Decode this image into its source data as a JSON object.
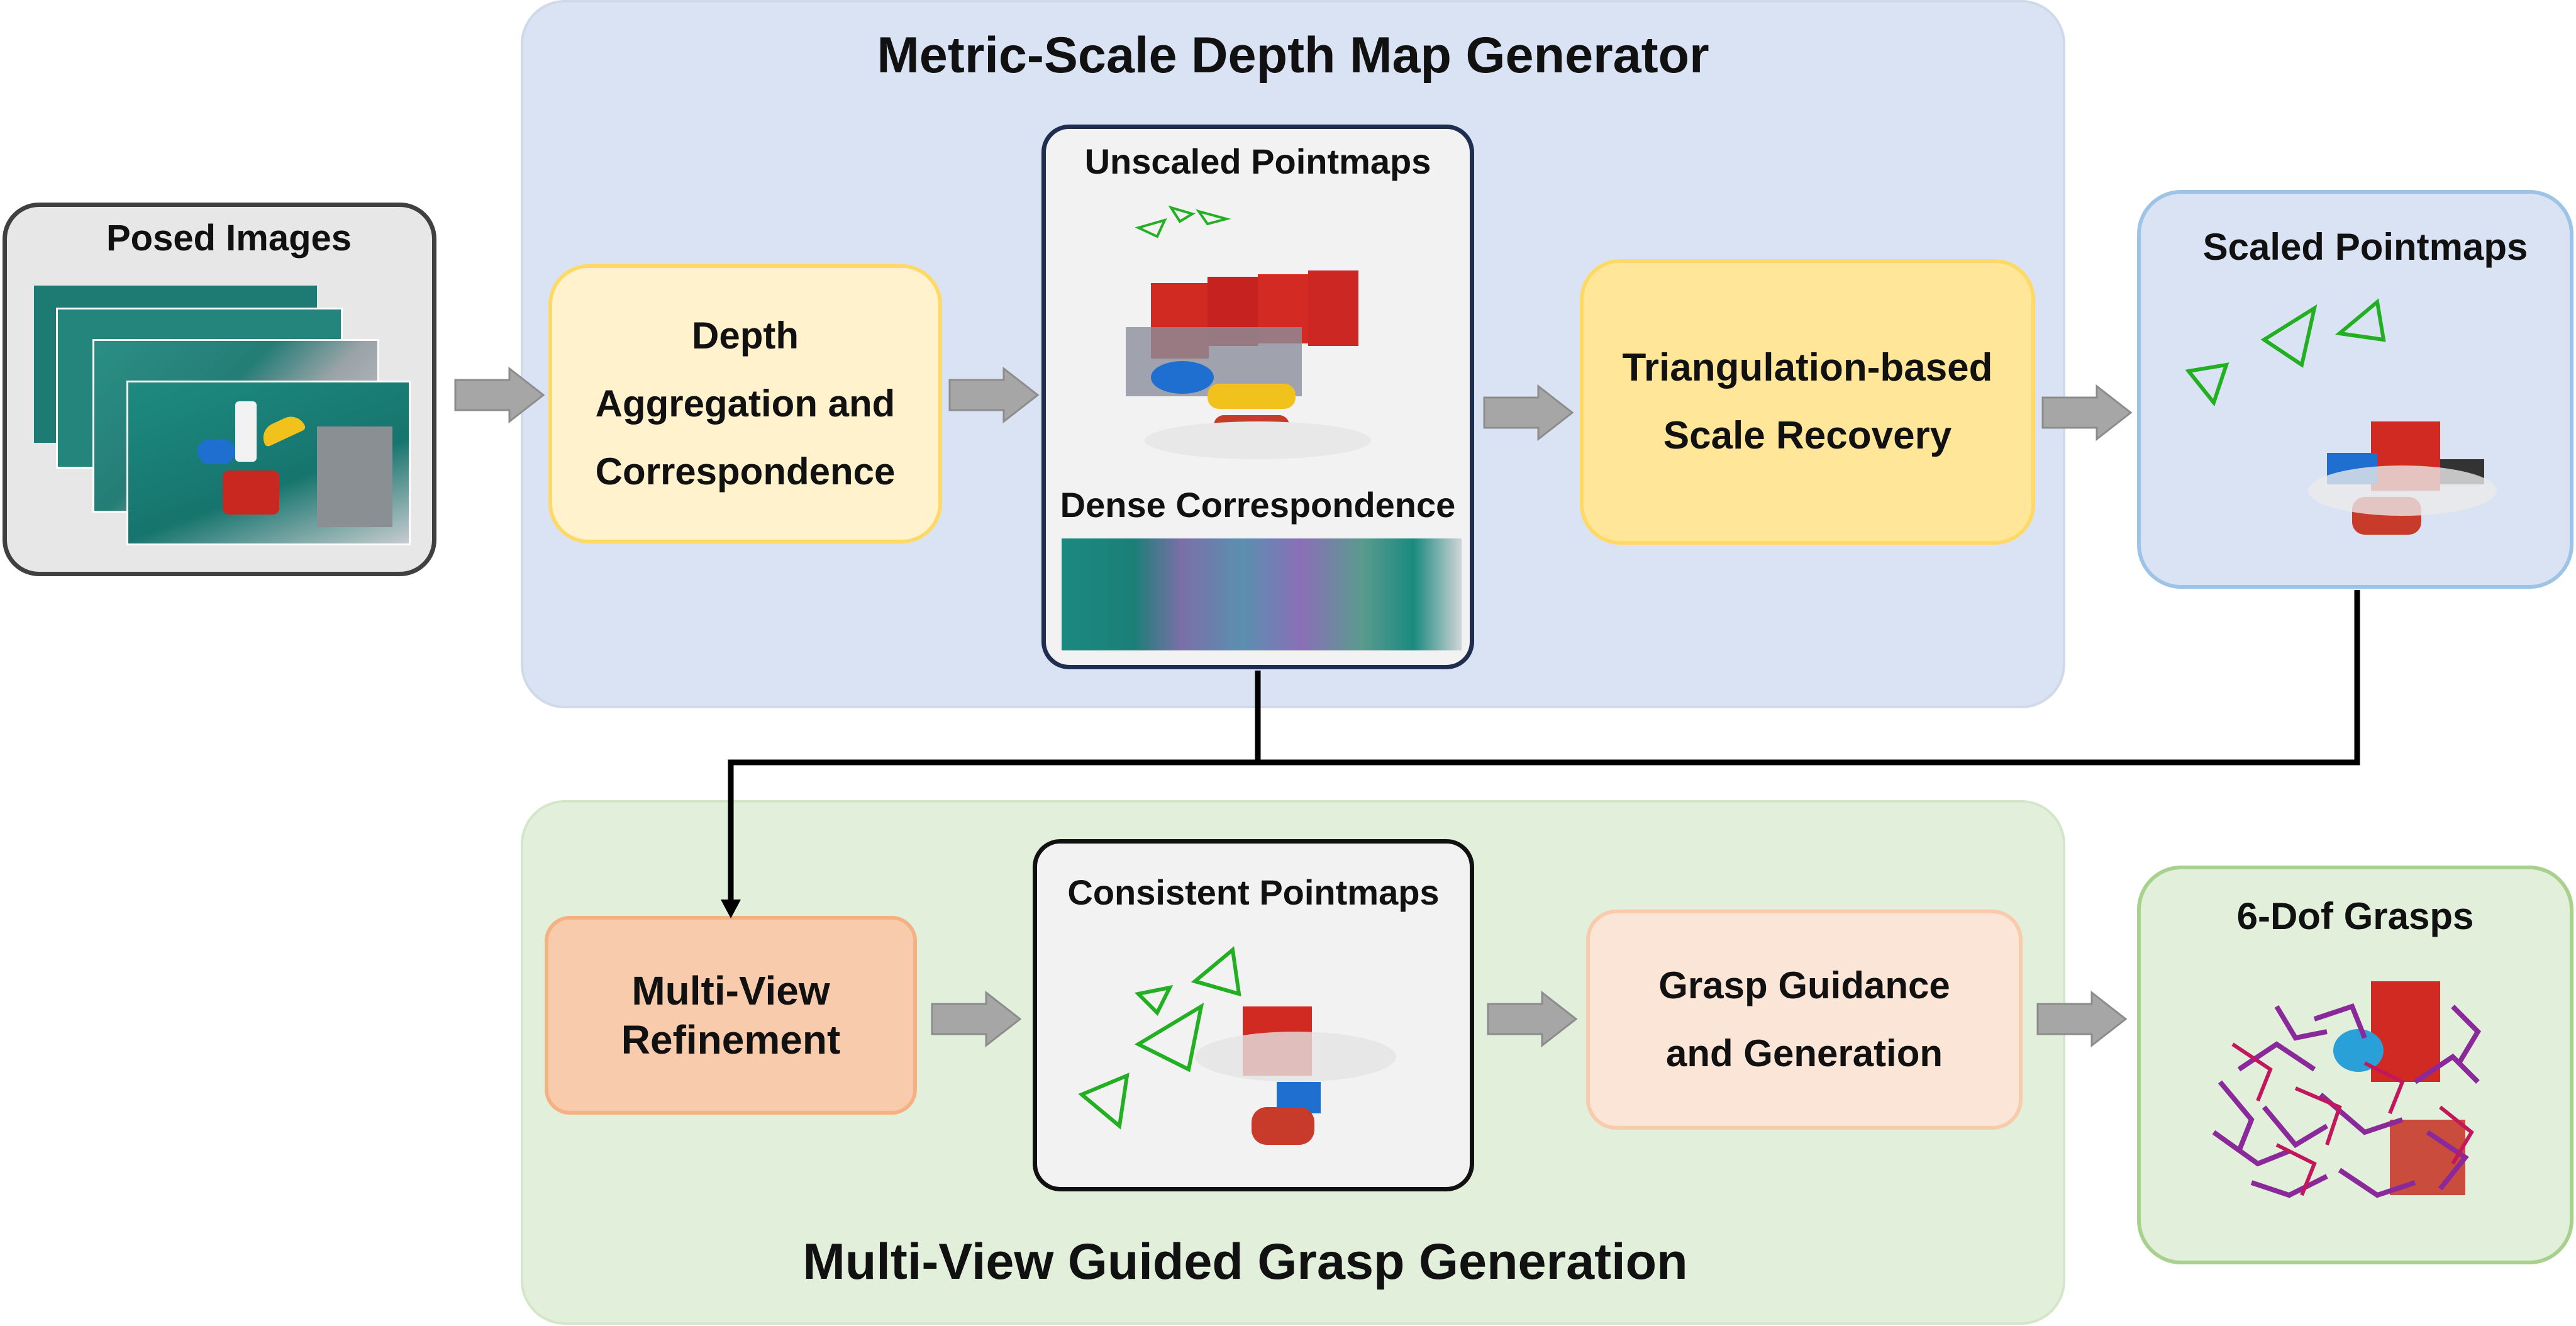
{
  "top_panel": {
    "title": "Metric-Scale Depth Map Generator"
  },
  "bottom_panel": {
    "title": "Multi-View Guided Grasp Generation"
  },
  "posed_images": {
    "label": "Posed Images"
  },
  "depth_aggregation": {
    "line1": "Depth",
    "line2": "Aggregation and",
    "line3": "Correspondence"
  },
  "unscaled": {
    "label": "Unscaled Pointmaps",
    "dense_label": "Dense Correspondence"
  },
  "triangulation": {
    "line1": "Triangulation-based",
    "line2": "Scale Recovery"
  },
  "scaled": {
    "label": "Scaled Pointmaps"
  },
  "refinement": {
    "line1": "Multi-View",
    "line2": "Refinement"
  },
  "consistent": {
    "label": "Consistent Pointmaps"
  },
  "grasp_guidance": {
    "line1": "Grasp Guidance",
    "line2": "and Generation"
  },
  "grasps": {
    "label": "6-Dof Grasps"
  },
  "colors": {
    "top_panel_bg": "#dae3f3",
    "bottom_panel_bg": "#e2efda",
    "yellow_light": "#fff2cc",
    "yellow_strong": "#ffe699",
    "orange_strong": "#f8cbad",
    "orange_light": "#fbe5d6",
    "gray_box": "#e7e7e7",
    "arrow_fill": "#a6a6a6"
  }
}
